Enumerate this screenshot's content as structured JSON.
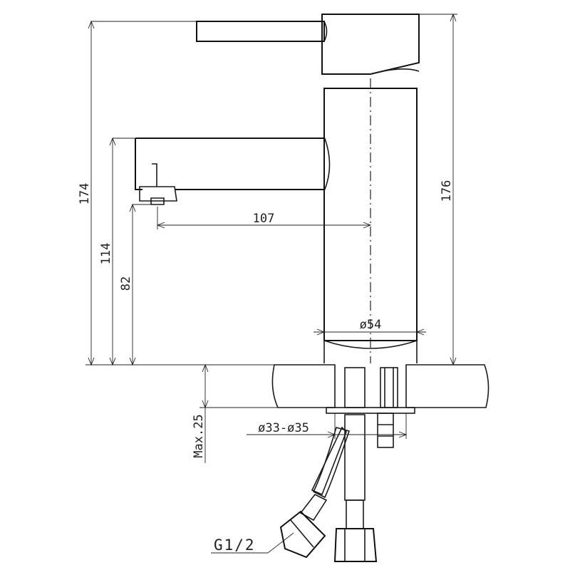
{
  "dimensions": {
    "overall_height_left": "174",
    "spout_height": "114",
    "spout_clearance": "82",
    "spout_reach": "107",
    "overall_height_right": "176",
    "body_diameter": "ø54",
    "hole_diameter": "ø33-ø35",
    "max_deck_thickness": "Max.25"
  },
  "labels": {
    "thread_size": "G1/2"
  }
}
